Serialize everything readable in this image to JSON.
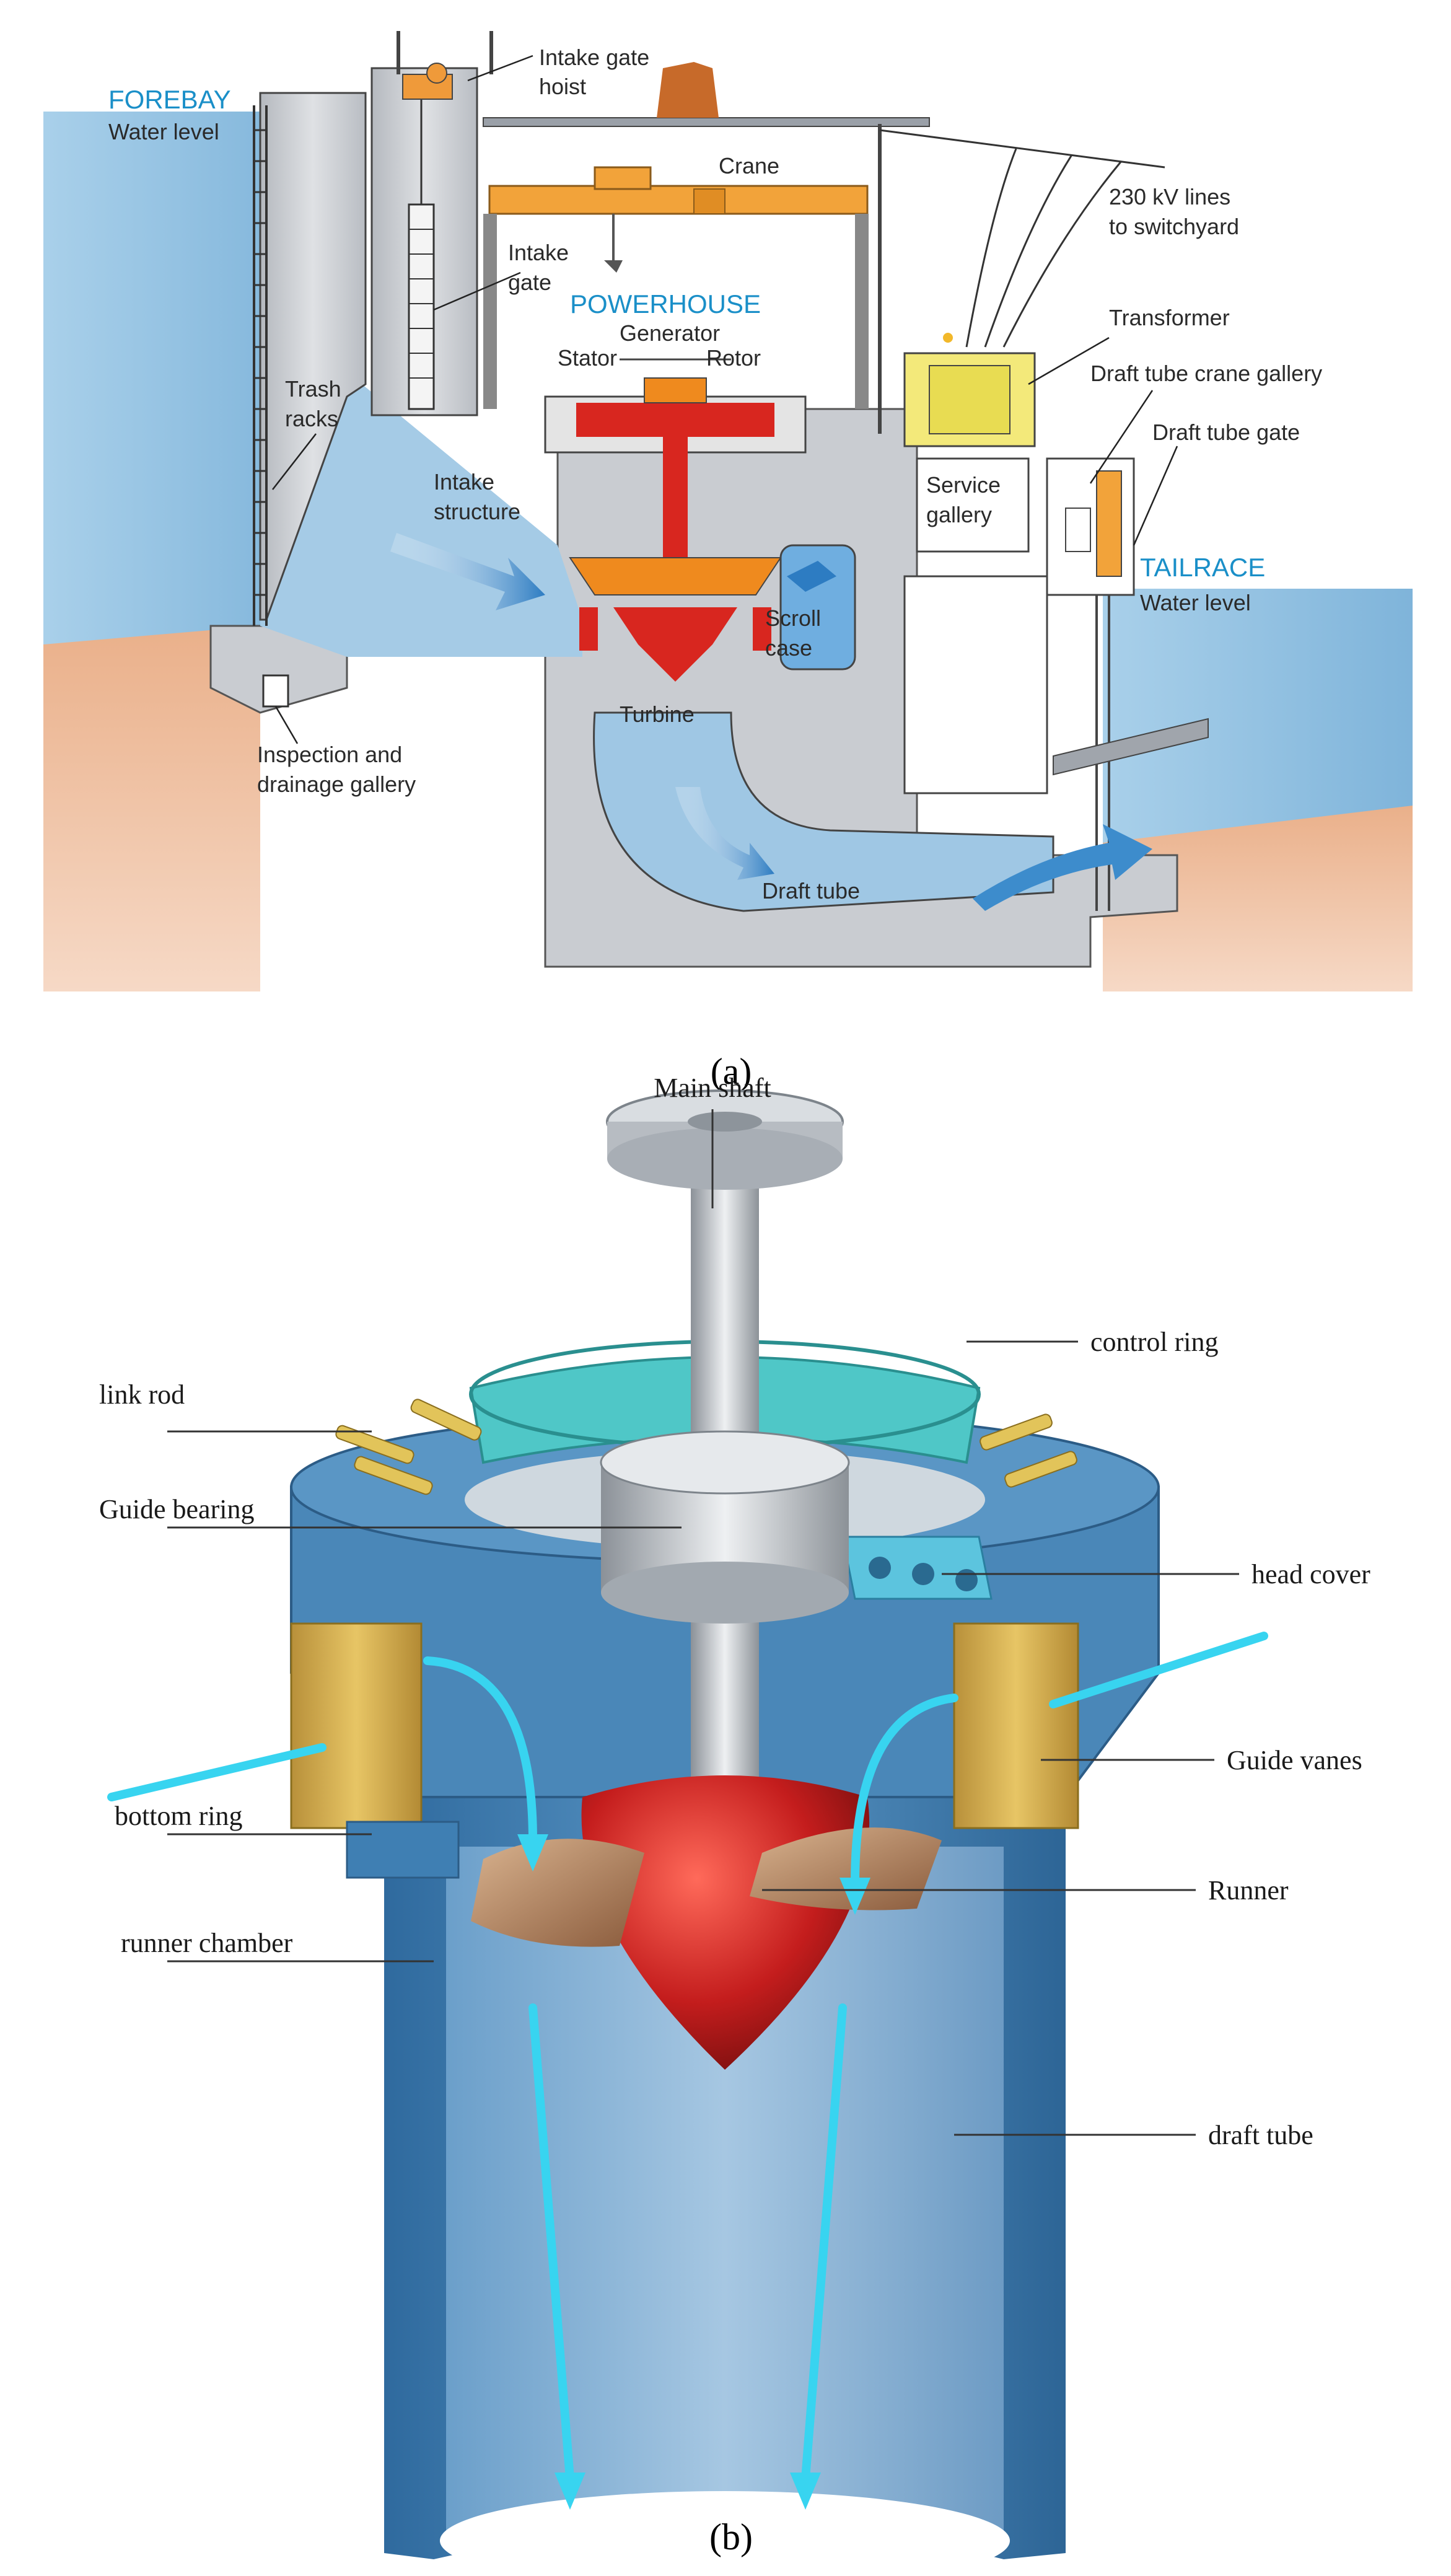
{
  "panel_a": {
    "caption": "(a)",
    "labels": {
      "intake_gate_hoist_1": "Intake gate",
      "intake_gate_hoist_2": "hoist",
      "forebay": "FOREBAY",
      "forebay_water_level": "Water level",
      "crane": "Crane",
      "lines_1": "230 kV lines",
      "lines_2": "to switchyard",
      "intake_gate_1": "Intake",
      "intake_gate_2": "gate",
      "powerhouse": "POWERHOUSE",
      "generator": "Generator",
      "stator": "Stator",
      "rotor": "Rotor",
      "transformer": "Transformer",
      "dt_crane_gallery": "Draft tube crane gallery",
      "dt_gate": "Draft tube gate",
      "trash_racks_1": "Trash",
      "trash_racks_2": "racks",
      "intake_structure_1": "Intake",
      "intake_structure_2": "structure",
      "service_gallery_1": "Service",
      "service_gallery_2": "gallery",
      "tailrace": "TAILRACE",
      "tailrace_water_level": "Water level",
      "scroll_case_1": "Scroll",
      "scroll_case_2": "case",
      "turbine": "Turbine",
      "inspection_1": "Inspection and",
      "inspection_2": "drainage gallery",
      "draft_tube": "Draft tube"
    }
  },
  "panel_b": {
    "caption": "(b)",
    "labels": {
      "main_shaft": "Main shaft",
      "control_ring": "control ring",
      "link_rod": "link rod",
      "guide_bearing": "Guide bearing",
      "head_cover": "head cover",
      "guide_vanes": "Guide vanes",
      "bottom_ring": "bottom ring",
      "runner": "Runner",
      "runner_chamber": "runner chamber",
      "draft_tube": "draft tube"
    }
  },
  "colors": {
    "water": "#8dbfe0",
    "water_light": "#b9d9ee",
    "earth": "#e8a87c",
    "concrete": "#c8cbd0",
    "crane": "#f2a33a",
    "generator_red": "#d8261f",
    "turbine_orange": "#ef8a1e",
    "transformer": "#f3e97a",
    "label_blue": "#1a8fc8",
    "flow_cyan": "#38d4f0",
    "casing_blue": "#3f7fb3",
    "vane_gold": "#d9b24a",
    "runner_red": "#c41d1d",
    "ring_teal": "#4fc7c7"
  }
}
